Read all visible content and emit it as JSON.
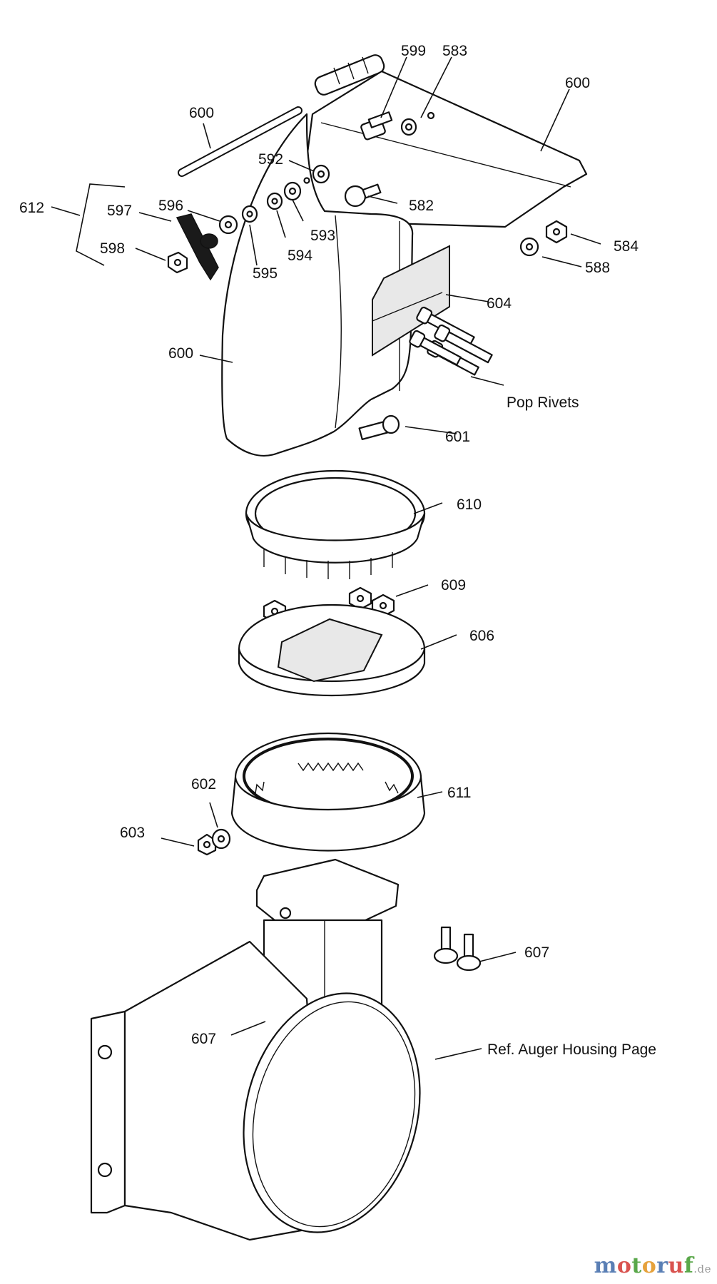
{
  "labels": {
    "l599": "599",
    "l583": "583",
    "l600_top": "600",
    "l600_rod": "600",
    "l592": "592",
    "l612": "612",
    "l596": "596",
    "l597": "597",
    "l582": "582",
    "l593": "593",
    "l584": "584",
    "l598": "598",
    "l594": "594",
    "l595": "595",
    "l588": "588",
    "l604": "604",
    "l600_mid": "600",
    "pop_rivets": "Pop Rivets",
    "l601": "601",
    "l610": "610",
    "l609": "609",
    "l606": "606",
    "l602": "602",
    "l611": "611",
    "l603": "603",
    "l607_right": "607",
    "l607_left": "607",
    "ref_auger": "Ref. Auger Housing Page"
  },
  "watermark": {
    "text": "motoruf",
    "tld": ".de",
    "letter_colors": [
      "#5a7fb5",
      "#d9534f",
      "#5aa84a",
      "#e6a23c",
      "#5a7fb5",
      "#d9534f",
      "#5aa84a"
    ]
  }
}
